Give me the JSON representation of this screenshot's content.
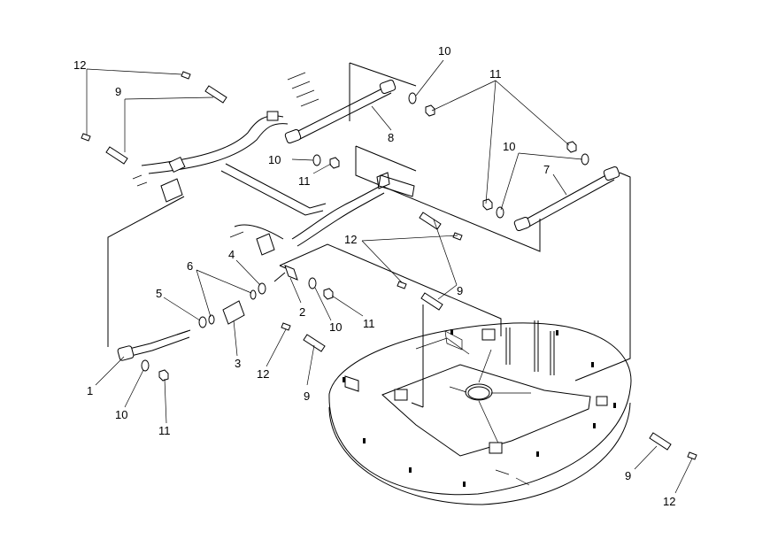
{
  "colors": {
    "ink": "#000000",
    "paper": "#ffffff"
  },
  "callouts": {
    "n1": "1",
    "n2": "2",
    "n3": "3",
    "n4": "4",
    "n5": "5",
    "n6": "6",
    "n7": "7",
    "n8": "8",
    "n9": "9",
    "n10": "10",
    "n11": "11",
    "n12": "12"
  }
}
